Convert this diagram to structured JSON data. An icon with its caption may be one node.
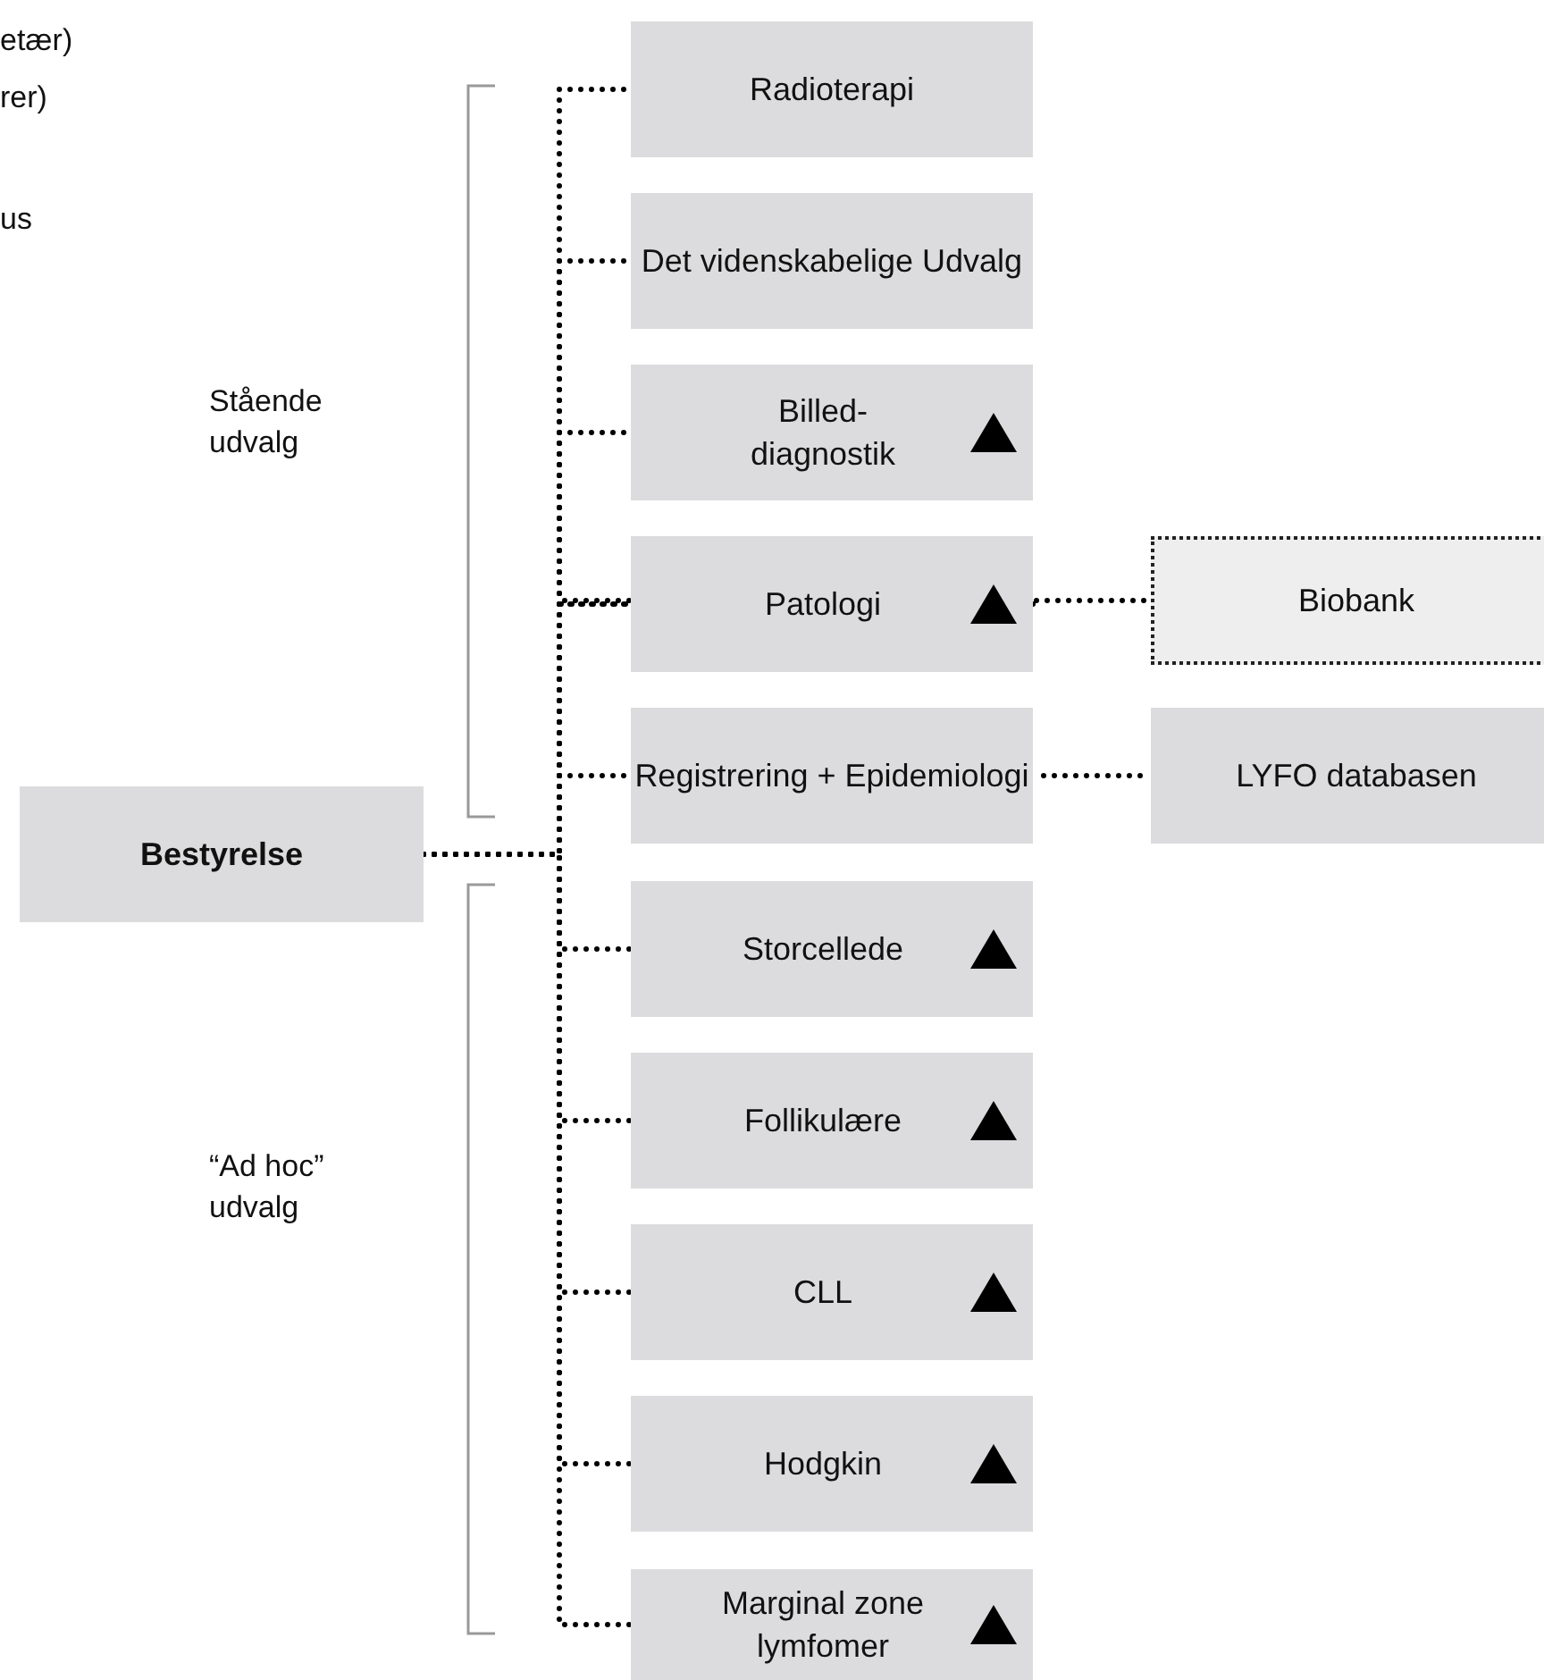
{
  "diagram": {
    "nodes": [
      {
        "text": [
          "Bestyrelse"
        ]
      },
      {
        "text": [
          "Radioterapi"
        ]
      },
      {
        "text": [
          "Det videnskabelige Udvalg"
        ]
      },
      {
        "text": [
          "Billed- diagnostik"
        ]
      },
      {
        "text": [
          "Patologi"
        ]
      },
      {
        "text": [
          "Biobank"
        ]
      },
      {
        "text": [
          "Registrering + Epidemiologi"
        ]
      },
      {
        "text": [
          "LYFO databasen"
        ]
      },
      {
        "text": [
          "Storcellede"
        ]
      },
      {
        "text": [
          "Follikulære"
        ]
      },
      {
        "text": [
          "CLL"
        ]
      },
      {
        "text": [
          "Hodgkin"
        ]
      },
      {
        "text": [
          "Marginal zone lymfomer"
        ]
      }
    ],
    "edges": [
      {
        "from": 0,
        "to": 1,
        "arrow": "none"
      },
      {
        "from": 0,
        "to": 2,
        "arrow": "none"
      },
      {
        "from": 0,
        "to": 3,
        "arrow": "none"
      },
      {
        "from": 0,
        "to": 4,
        "arrow": "none"
      },
      {
        "from": 0,
        "to": 6,
        "arrow": "none"
      },
      {
        "from": 0,
        "to": 8,
        "arrow": "none"
      },
      {
        "from": 0,
        "to": 9,
        "arrow": "none"
      },
      {
        "from": 0,
        "to": 10,
        "arrow": "none"
      },
      {
        "from": 0,
        "to": 11,
        "arrow": "none"
      },
      {
        "from": 0,
        "to": 12,
        "arrow": "none"
      },
      {
        "from": 4,
        "to": 5,
        "arrow": "none"
      },
      {
        "from": 6,
        "to": 7,
        "arrow": "none"
      }
    ],
    "labels": [
      "etær)",
      "rer)",
      "us",
      "Stående udvalg",
      "“Ad hoc” udvalg"
    ]
  }
}
